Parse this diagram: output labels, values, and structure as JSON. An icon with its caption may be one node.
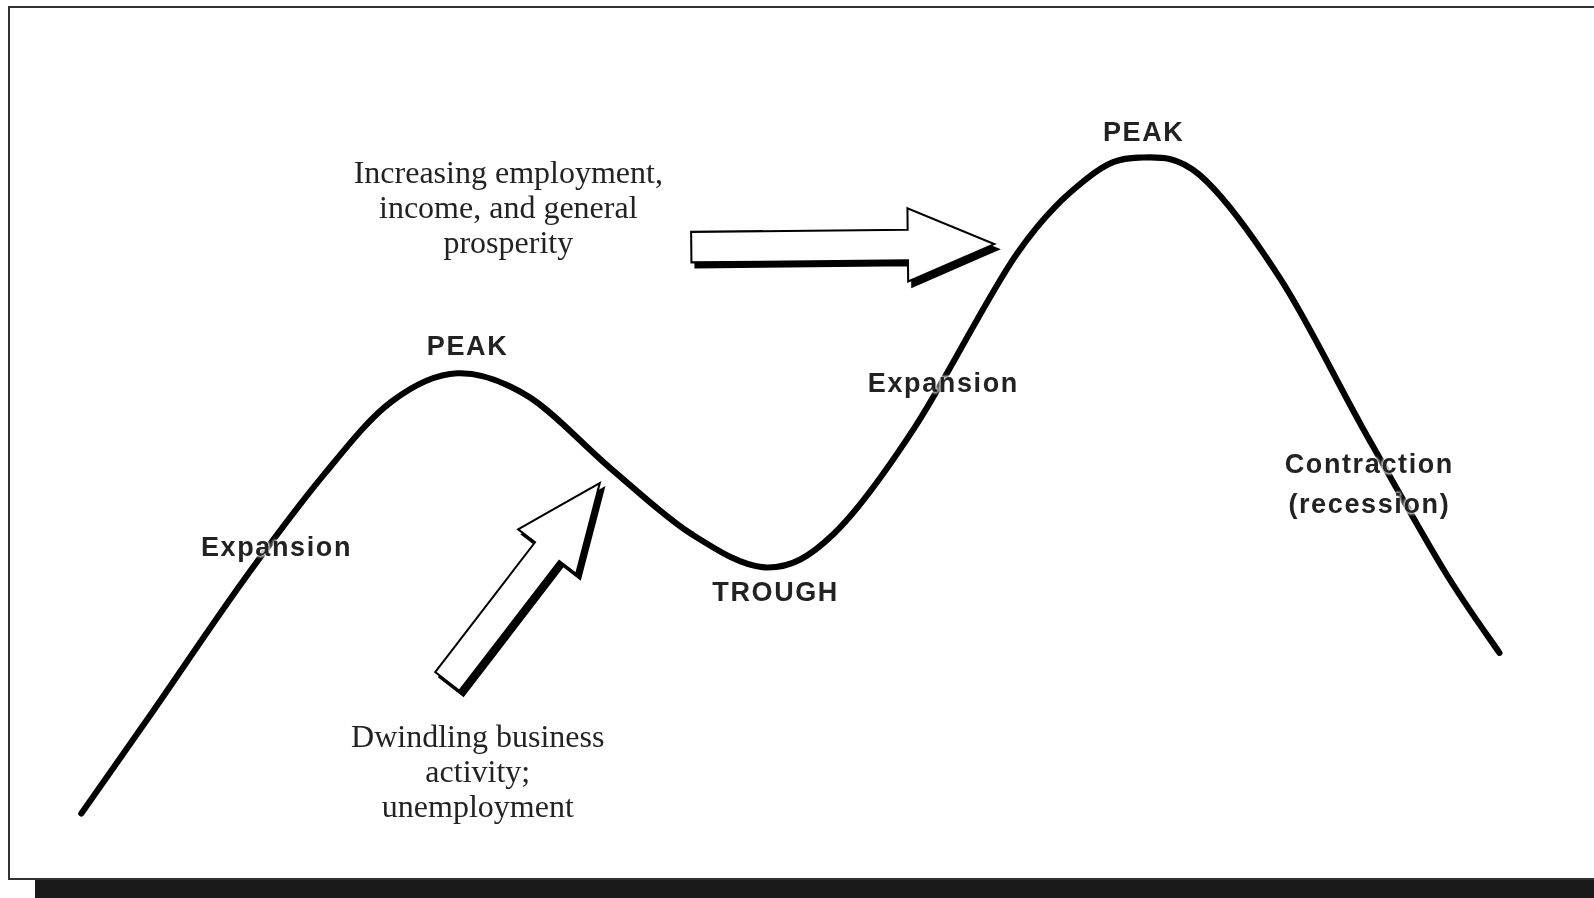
{
  "diagram": {
    "nodes": [
      {
        "text": [
          "Increasing employment, income, and general prosperity"
        ]
      },
      {
        "text": [
          "Dwindling business activity; unemployment"
        ]
      }
    ],
    "edges": [
      {
        "from": 0,
        "to": null,
        "arrow": "to"
      },
      {
        "from": 1,
        "to": null,
        "arrow": "to"
      }
    ],
    "labels": [
      "PEAK",
      "PEAK",
      "Expansion",
      "Expansion",
      "TROUGH",
      "Contraction (recession)"
    ]
  }
}
